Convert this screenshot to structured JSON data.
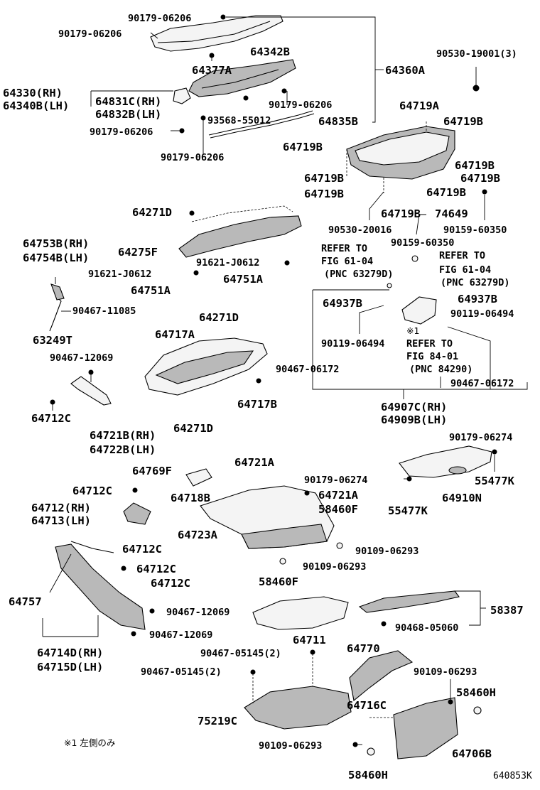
{
  "labels": {
    "p90179_06206_a": "90179-06206",
    "p90179_06206_b": "90179-06206",
    "p64342B": "64342B",
    "p64377A": "64377A",
    "p64360A": "64360A",
    "p90530_19001": "90530-19001(3)",
    "p64330": "64330(RH)",
    "p64340B": "64340B(LH)",
    "p64831C": "64831C(RH)",
    "p64832B": "64832B(LH)",
    "p90179_06206_c": "90179-06206",
    "p93568": "93568-55012",
    "p64835B": "64835B",
    "p90179_06206_d": "90179-06206",
    "p90179_06206_e": "90179-06206",
    "p64719A": "64719A",
    "p64719B_1": "64719B",
    "p64719B_2": "64719B",
    "p64719B_3": "64719B",
    "p64719B_4": "64719B",
    "p64719B_5": "64719B",
    "p64719B_6": "64719B",
    "p64719B_7": "64719B",
    "p64719B_8": "64719B",
    "p74649": "74649",
    "p90530_20016": "90530-20016",
    "p90159_60350_a": "90159-60350",
    "p90159_60350_b": "90159-60350",
    "p64271D_a": "64271D",
    "p64275F": "64275F",
    "p64753B": "64753B(RH)",
    "p64754B": "64754B(LH)",
    "p91621_a": "91621-J0612",
    "p91621_b": "91621-J0612",
    "p64751A_a": "64751A",
    "p64751A_b": "64751A",
    "refer1_a": "REFER TO",
    "refer1_b": "FIG 61-04",
    "refer1_c": "(PNC 63279D)",
    "refer2_a": "REFER TO",
    "refer2_b": "FIG 61-04",
    "refer2_c": "(PNC 63279D)",
    "p90467_11085": "90467-11085",
    "p63249T": "63249T",
    "p64271D_b": "64271D",
    "p64717A": "64717A",
    "p64937B_a": "64937B",
    "p64937B_b": "64937B",
    "p90119_06494_a": "90119-06494",
    "p90119_06494_b": "90119-06494",
    "note1": "※1",
    "refer3_a": "REFER TO",
    "refer3_b": "FIG 84-01",
    "refer3_c": "(PNC 84290)",
    "p90467_12069_a": "90467-12069",
    "p90467_06172_a": "90467-06172",
    "p90467_06172_b": "90467-06172",
    "p64717B": "64717B",
    "p64712C_a": "64712C",
    "p64721B": "64721B(RH)",
    "p64722B": "64722B(LH)",
    "p64271D_c": "64271D",
    "p64907C": "64907C(RH)",
    "p64909B": "64909B(LH)",
    "p90179_06274_a": "90179-06274",
    "p90179_06274_b": "90179-06274",
    "p55477K_a": "55477K",
    "p55477K_b": "55477K",
    "p64910N": "64910N",
    "p64721A_a": "64721A",
    "p64721A_b": "64721A",
    "p64769F": "64769F",
    "p64712C_b": "64712C",
    "p64718B": "64718B",
    "p58460F_a": "58460F",
    "p58460F_b": "58460F",
    "p64712": "64712(RH)",
    "p64713": "64713(LH)",
    "p64723A": "64723A",
    "p90109_06293_a": "90109-06293",
    "p90109_06293_b": "90109-06293",
    "p64712C_c": "64712C",
    "p64712C_d": "64712C",
    "p64712C_e": "64712C",
    "p64757": "64757",
    "p90467_12069_b": "90467-12069",
    "p90467_12069_c": "90467-12069",
    "p64711": "64711",
    "p58387": "58387",
    "p90468_05060": "90468-05060",
    "p64714D": "64714D(RH)",
    "p64715D": "64715D(LH)",
    "p90467_05145_a": "90467-05145(2)",
    "p90467_05145_b": "90467-05145(2)",
    "p64770": "64770",
    "p90109_06293_c": "90109-06293",
    "p58460H_a": "58460H",
    "p64716C": "64716C",
    "p75219C": "75219C",
    "p90109_06293_d": "90109-06293",
    "p64706B": "64706B",
    "p58460H_b": "58460H",
    "footnote": "※1 左側のみ",
    "fig_id": "640853K"
  }
}
